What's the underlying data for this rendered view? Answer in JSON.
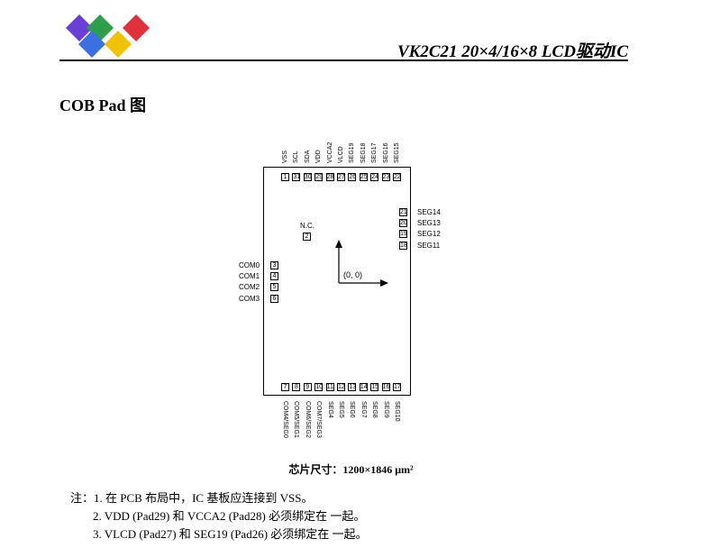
{
  "header": {
    "title": "VK2C21  20×4/16×8 LCD驱动IC",
    "logo_colors": [
      "#6a3fd6",
      "#2f9e4a",
      "#e0323c",
      "#f2c200",
      "#3c6fe0"
    ]
  },
  "section_title": "COB Pad 图",
  "diagram": {
    "top_pads": [
      {
        "num": "1",
        "label": "VSS"
      },
      {
        "num": "31",
        "label": "SCL"
      },
      {
        "num": "30",
        "label": "SDA"
      },
      {
        "num": "29",
        "label": "VDD"
      },
      {
        "num": "28",
        "label": "VCCA2"
      },
      {
        "num": "27",
        "label": "VLCD"
      },
      {
        "num": "26",
        "label": "SEG19"
      },
      {
        "num": "25",
        "label": "SEG18"
      },
      {
        "num": "24",
        "label": "SEG17"
      },
      {
        "num": "23",
        "label": "SEG16"
      },
      {
        "num": "22",
        "label": "SEG15"
      }
    ],
    "right_pads": [
      {
        "num": "21",
        "label": "SEG14"
      },
      {
        "num": "20",
        "label": "SEG13"
      },
      {
        "num": "19",
        "label": "SEG12"
      },
      {
        "num": "18",
        "label": "SEG11"
      }
    ],
    "left_pads": [
      {
        "num": "3",
        "label": "COM0"
      },
      {
        "num": "4",
        "label": "COM1"
      },
      {
        "num": "5",
        "label": "COM2"
      },
      {
        "num": "6",
        "label": "COM3"
      }
    ],
    "bottom_pads": [
      {
        "num": "7",
        "label": "COM4/SEG0"
      },
      {
        "num": "8",
        "label": "COM5/SEG1"
      },
      {
        "num": "9",
        "label": "COM6/SEG2"
      },
      {
        "num": "10",
        "label": "COM7/SEG3"
      },
      {
        "num": "11",
        "label": "SEG4"
      },
      {
        "num": "12",
        "label": "SEG5"
      },
      {
        "num": "13",
        "label": "SEG6"
      },
      {
        "num": "14",
        "label": "SEG7"
      },
      {
        "num": "15",
        "label": "SEG8"
      },
      {
        "num": "16",
        "label": "SEG9"
      },
      {
        "num": "17",
        "label": "SEG10"
      }
    ],
    "nc_pad": {
      "num": "2",
      "label": "N.C."
    },
    "origin_label": "(0, 0)"
  },
  "chip_size": "芯片尺寸：1200×1846 μm²",
  "notes": {
    "prefix": "注：",
    "items": [
      "1. 在 PCB 布局中，IC 基板应连接到 VSS。",
      "2. VDD (Pad29) 和 VCCA2 (Pad28) 必须绑定在 一起。",
      "3. VLCD (Pad27) 和 SEG19 (Pad26) 必须绑定在 一起。"
    ]
  }
}
